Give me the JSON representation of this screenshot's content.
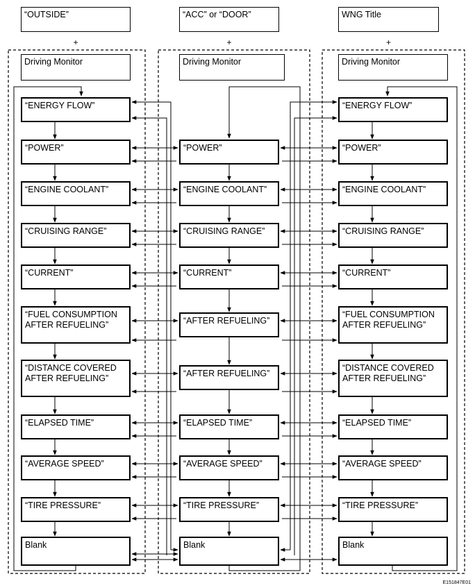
{
  "columns": [
    {
      "header": "“OUTSIDE”",
      "plus": "+",
      "monitor": "Driving Monitor",
      "screens": [
        "“ENERGY FLOW”",
        "“POWER”",
        "“ENGINE COOLANT”",
        "“CRUISING RANGE”",
        "“CURRENT”",
        "“FUEL CONSUMPTION\nAFTER REFUELING”",
        "“DISTANCE COVERED\nAFTER REFUELING”",
        "“ELAPSED TIME”",
        "“AVERAGE SPEED”",
        "“TIRE PRESSURE”",
        "Blank"
      ]
    },
    {
      "header": "“ACC” or “DOOR”",
      "plus": "+",
      "monitor": "Driving Monitor",
      "screens": [
        "“POWER”",
        "“ENGINE COOLANT”",
        "“CRUISING RANGE”",
        "“CURRENT”",
        "“AFTER REFUELING”",
        "“AFTER REFUELING”",
        "“ELAPSED TIME”",
        "“AVERAGE SPEED”",
        "“TIRE PRESSURE”",
        "Blank"
      ]
    },
    {
      "header": "WNG Title",
      "plus": "+",
      "monitor": "Driving Monitor",
      "screens": [
        "“ENERGY FLOW”",
        "“POWER”",
        "“ENGINE COOLANT”",
        "“CRUISING RANGE”",
        "“CURRENT”",
        "“FUEL CONSUMPTION\nAFTER REFUELING”",
        "“DISTANCE COVERED\nAFTER REFUELING”",
        "“ELAPSED TIME”",
        "“AVERAGE SPEED”",
        "“TIRE PRESSURE”",
        "Blank"
      ]
    }
  ],
  "figure_code": "E151847E01"
}
